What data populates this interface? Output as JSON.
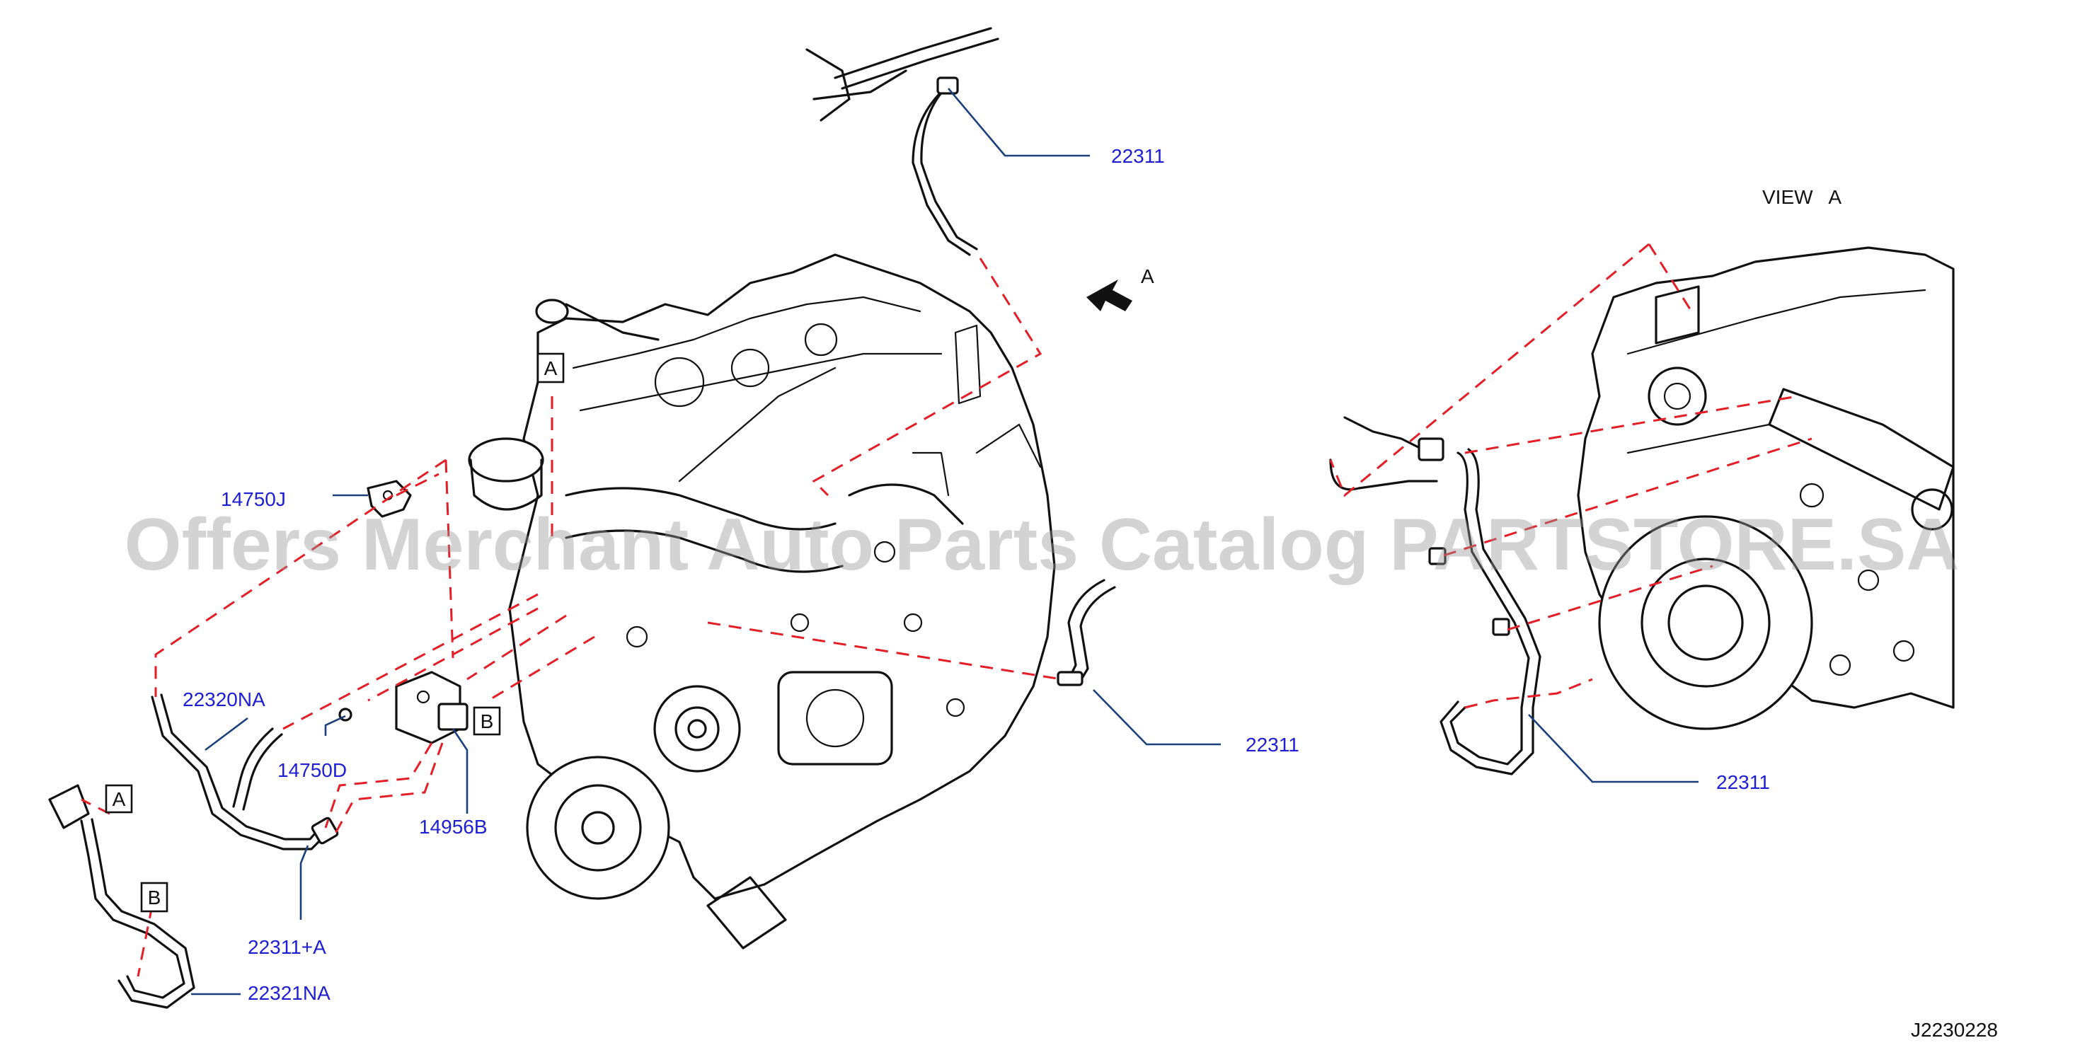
{
  "diagram": {
    "code": "J2230228",
    "view_title": "VIEW   A",
    "view_arrow_label": "A",
    "watermark": "Offers Merchant Auto Parts Catalog PARTSTORE.SA",
    "callouts": {
      "box_a_engine": "A",
      "box_b_engine": "B",
      "box_a_hose": "A",
      "box_b_hose": "B"
    },
    "parts": [
      {
        "id": "22311-top",
        "label": "22311"
      },
      {
        "id": "14750J",
        "label": "14750J"
      },
      {
        "id": "22320NA",
        "label": "22320NA"
      },
      {
        "id": "14750D",
        "label": "14750D"
      },
      {
        "id": "14956B",
        "label": "14956B"
      },
      {
        "id": "22311-mid",
        "label": "22311"
      },
      {
        "id": "22311+A",
        "label": "22311+A"
      },
      {
        "id": "22321NA",
        "label": "22321NA"
      },
      {
        "id": "22311-view",
        "label": "22311"
      }
    ]
  }
}
